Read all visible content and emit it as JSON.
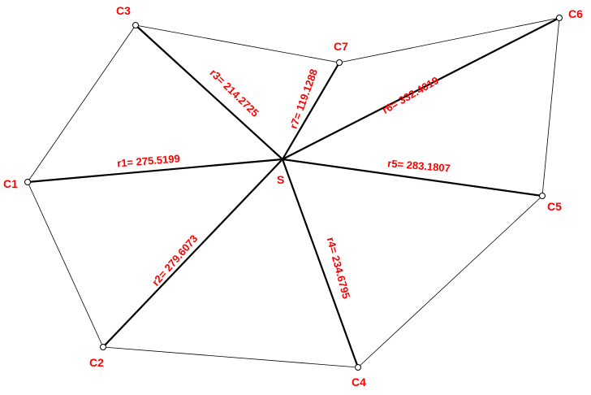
{
  "center": {
    "id": "S",
    "label": "S"
  },
  "points": [
    {
      "id": "C1",
      "label": "C1"
    },
    {
      "id": "C2",
      "label": "C2"
    },
    {
      "id": "C3",
      "label": "C3"
    },
    {
      "id": "C4",
      "label": "C4"
    },
    {
      "id": "C5",
      "label": "C5"
    },
    {
      "id": "C6",
      "label": "C6"
    },
    {
      "id": "C7",
      "label": "C7"
    }
  ],
  "rays": [
    {
      "id": "r1",
      "label": "r1= 275.5199"
    },
    {
      "id": "r2",
      "label": "r2= 279.6073"
    },
    {
      "id": "r3",
      "label": "r3= 214.2725"
    },
    {
      "id": "r4",
      "label": "r4= 234.6795"
    },
    {
      "id": "r5",
      "label": "r5= 283.1807"
    },
    {
      "id": "r6",
      "label": "r6= 332.4019"
    },
    {
      "id": "r7",
      "label": "r7= 119.1288"
    }
  ],
  "colors": {
    "label": "#ff0000",
    "ray": "#000000",
    "edge": "#000000",
    "node_fill": "#ffffff"
  }
}
